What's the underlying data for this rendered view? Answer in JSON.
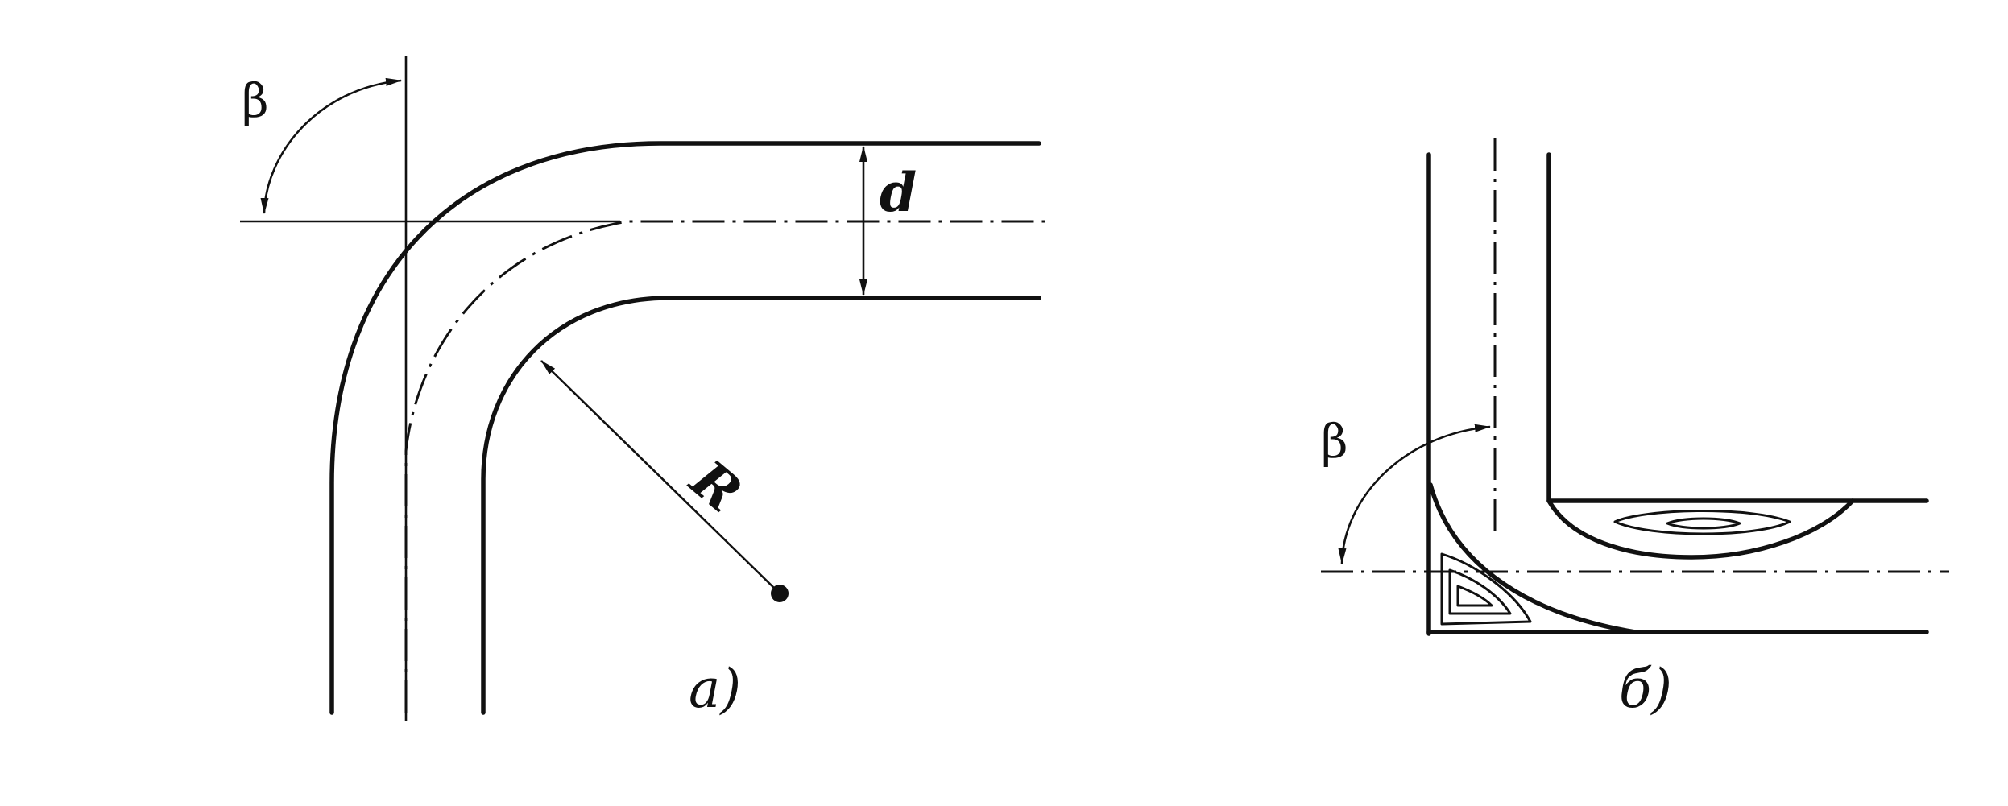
{
  "panel_a": {
    "beta_label": "β",
    "diameter_label": "d",
    "radius_label": "R",
    "caption": "а)"
  },
  "panel_b": {
    "beta_label": "β",
    "caption": "б)"
  }
}
